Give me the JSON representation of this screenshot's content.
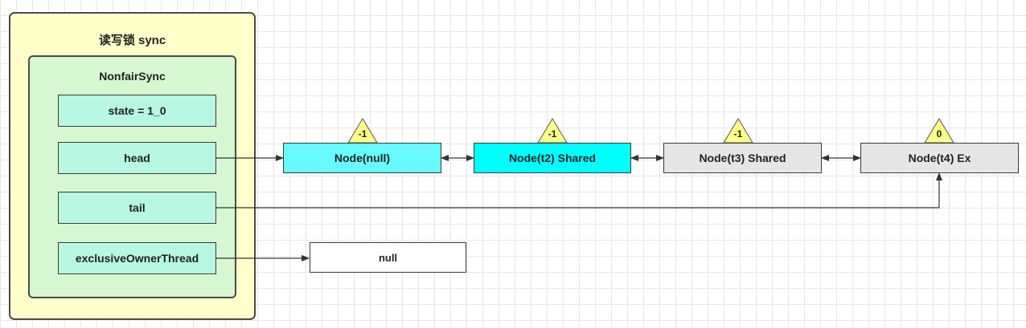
{
  "sync": {
    "title": "读写锁 sync",
    "inner_title": "NonfairSync",
    "fields": {
      "state": "state = 1_0",
      "head": "head",
      "tail": "tail",
      "exclusive_owner_thread": "exclusiveOwnerThread"
    }
  },
  "queue": {
    "nodes": [
      {
        "label": "Node(null)",
        "wait_status": "-1",
        "fill": "#66f9ff"
      },
      {
        "label": "Node(t2) Shared",
        "wait_status": "-1",
        "fill": "#00ffff"
      },
      {
        "label": "Node(t3) Shared",
        "wait_status": "-1",
        "fill": "#e6e6e6"
      },
      {
        "label": "Node(t4) Ex",
        "wait_status": "0",
        "fill": "#e6e6e6"
      }
    ]
  },
  "owner_value": "null",
  "colors": {
    "outer_fill": "#ffffc9",
    "inner_fill": "#d7f7d2",
    "field_fill": "#b8f7e1",
    "triangle_fill": "#ffff88",
    "stroke": "#3a3a3a"
  }
}
